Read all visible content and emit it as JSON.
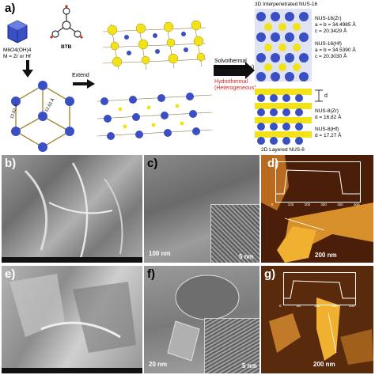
{
  "panels": {
    "a": "a)",
    "b": "b)",
    "c": "c)",
    "d": "d)",
    "e": "e)",
    "f": "f)",
    "g": "g)"
  },
  "scheme": {
    "cluster_formula": "M6O4(OH)4",
    "metal_note": "M = Zr or Hf",
    "linker": "BTB",
    "dist1": "12.62 Å",
    "dist2": "12.62 Å",
    "extend": "Extend",
    "solvo_line1": "Solvothermal",
    "solvo_line2": "(Homogeneous)",
    "hydro_line1": "Hydrothermal",
    "hydro_line2": "(Heterogeneous)",
    "title_3d": "3D Interpenetrated NUS-16",
    "nus16zr": "NUS-16(Zr)",
    "nus16zr_a": "a = b = 34.4985 Å",
    "nus16zr_c": "c = 20.3429 Å",
    "nus16hf": "NUS-16(Hf)",
    "nus16hf_a": "a = b = 34.5390 Å",
    "nus16hf_c": "c = 20.3030 Å",
    "d_label": "d",
    "nus8zr": "NUS-8(Zr)",
    "nus8zr_d": "d = 16.82 Å",
    "nus8hf": "NUS-8(Hf)",
    "nus8hf_d": "d = 17.27 Å",
    "title_2d": "2D Layered NUS-8"
  },
  "micrographs": {
    "c_scale": "100 nm",
    "c_inset_scale": "5 nm",
    "d_scale": "200 nm",
    "d_ticks": [
      "0",
      "100",
      "200",
      "300",
      "400",
      "500"
    ],
    "f_scale": "20 nm",
    "f_inset_scale": "5 nm",
    "g_scale": "200 nm",
    "g_ticks": [
      "0",
      "50",
      "100",
      "150",
      "200"
    ]
  },
  "colors": {
    "cluster_blue": "#3a4fc4",
    "cluster_yellow": "#f2e21a",
    "hydro_red": "#e02020",
    "afm_dark": "#4a1e08",
    "afm_bright": "#f0b030"
  }
}
